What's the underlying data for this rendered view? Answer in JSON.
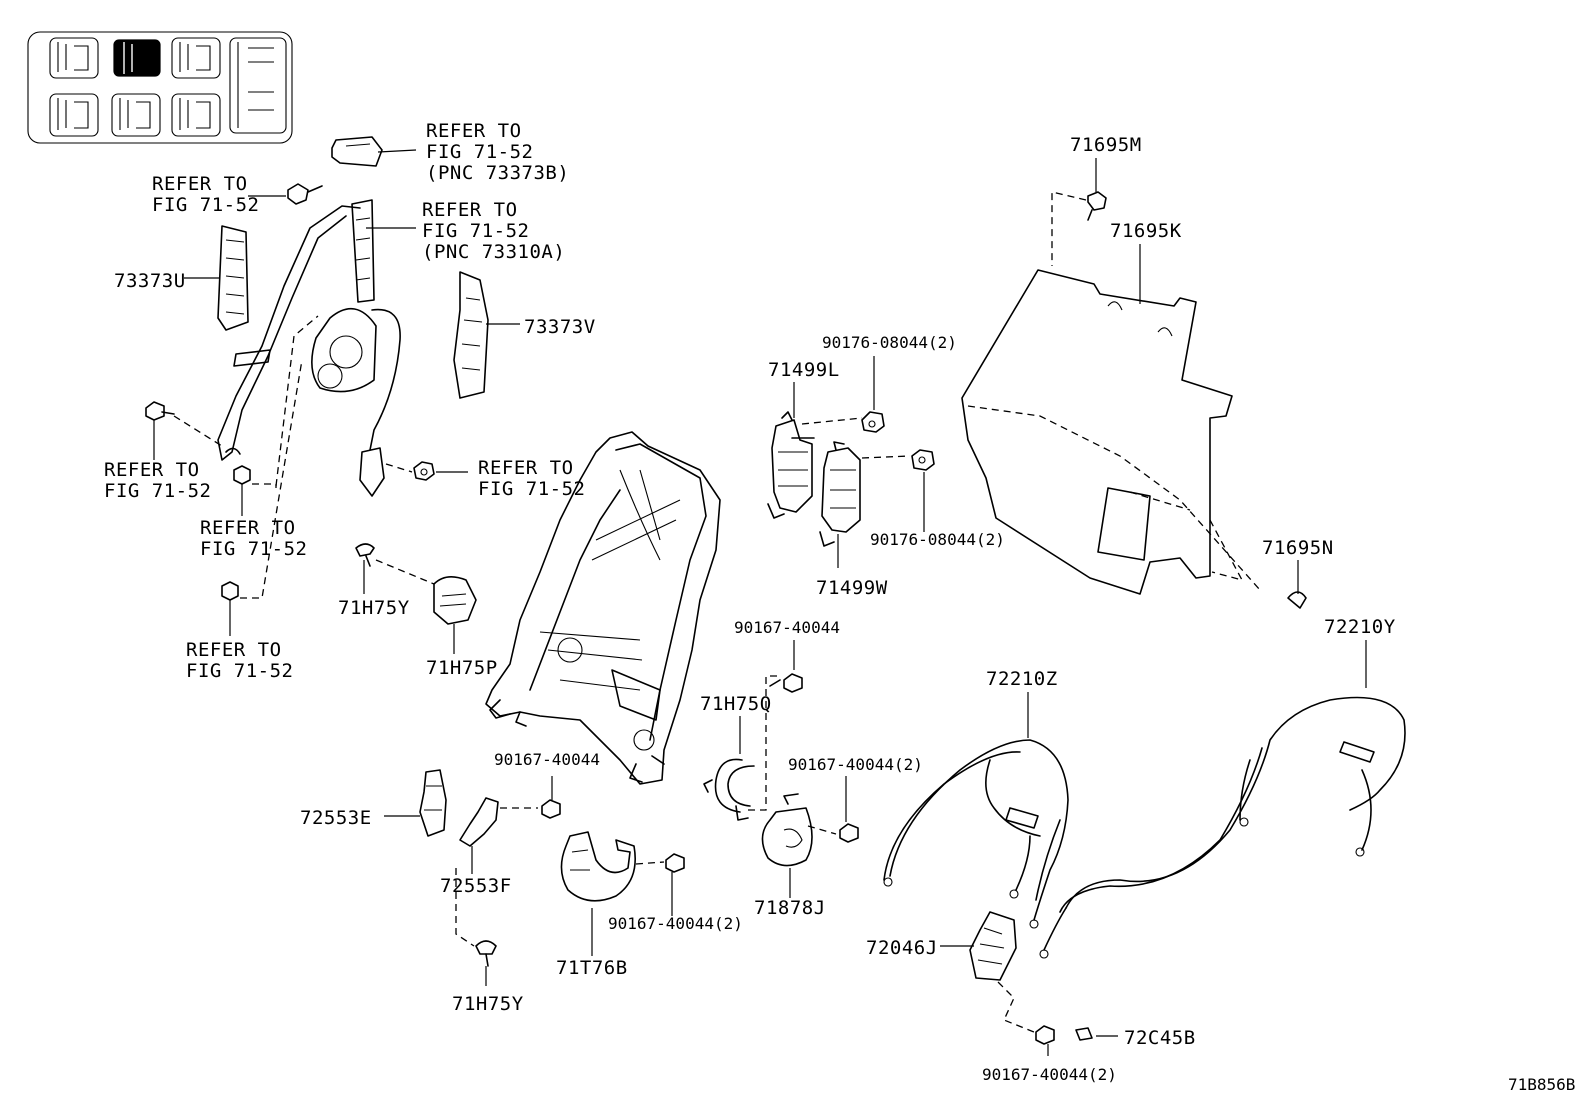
{
  "diagram_id": "71B856B",
  "colors": {
    "ink": "#000000",
    "paper": "#ffffff"
  },
  "icons": {
    "seat_locator": "seat-layout-icon"
  },
  "labels": {
    "refer_top_right_1": "REFER TO",
    "refer_top_right_2": "FIG 71-52",
    "refer_top_right_3": "(PNC 73373B)",
    "refer_bolt_1": "REFER TO",
    "refer_bolt_2": "FIG 71-52",
    "refer_belt_1": "REFER TO",
    "refer_belt_2": "FIG 71-52",
    "refer_belt_3": "(PNC 73310A)",
    "p73373U": "73373U",
    "p73373V": "73373V",
    "refer_left_bolt_1": "REFER TO",
    "refer_left_bolt_2": "FIG 71-52",
    "refer_mid_nut_1": "REFER TO",
    "refer_mid_nut_2": "FIG 71-52",
    "refer_anchor_1": "REFER TO",
    "refer_anchor_2": "FIG 71-52",
    "refer_low_nut_1": "REFER TO",
    "refer_low_nut_2": "FIG 71-52",
    "p71H75Y_top": "71H75Y",
    "p71H75P": "71H75P",
    "p90176_top": "90176-08044(2)",
    "p71499L": "71499L",
    "p90176_mid": "90176-08044(2)",
    "p71499W": "71499W",
    "p71695M": "71695M",
    "p71695K": "71695K",
    "p71695N": "71695N",
    "p72210Y": "72210Y",
    "p72210Z": "72210Z",
    "p90167_a": "90167-40044",
    "p71H75Q": "71H75Q",
    "p90167_b": "90167-40044",
    "p90167_c": "90167-40044(2)",
    "p72553E": "72553E",
    "p72553F": "72553F",
    "p90167_d": "90167-40044(2)",
    "p71878J": "71878J",
    "p71T76B": "71T76B",
    "p71H75Y_bot": "71H75Y",
    "p72046J": "72046J",
    "p72C45B": "72C45B",
    "p90167_e": "90167-40044(2)"
  }
}
